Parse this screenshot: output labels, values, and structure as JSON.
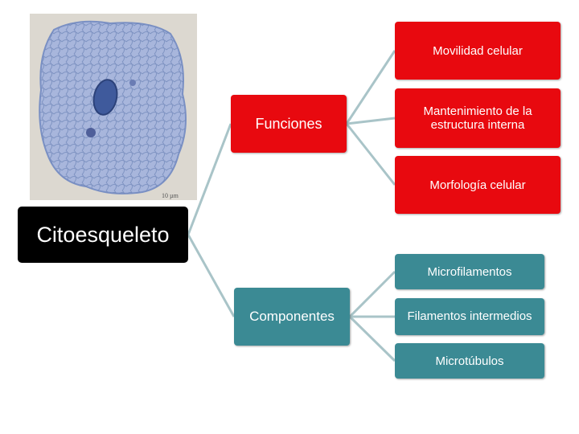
{
  "image": {
    "description_icon": "cell-micrograph",
    "scale_label": "10 µm"
  },
  "colors": {
    "root": "#000000",
    "funciones_branch": "#e8090f",
    "componentes_branch": "#3b8a94",
    "connector": "#a9c4c8"
  },
  "root": {
    "label": "Citoesqueleto"
  },
  "funciones": {
    "label": "Funciones",
    "items": [
      "Movilidad celular",
      "Mantenimiento de la estructura interna",
      "Morfología celular"
    ]
  },
  "componentes": {
    "label": "Componentes",
    "items": [
      "Microfilamentos",
      "Filamentos intermedios",
      "Microtúbulos"
    ]
  }
}
